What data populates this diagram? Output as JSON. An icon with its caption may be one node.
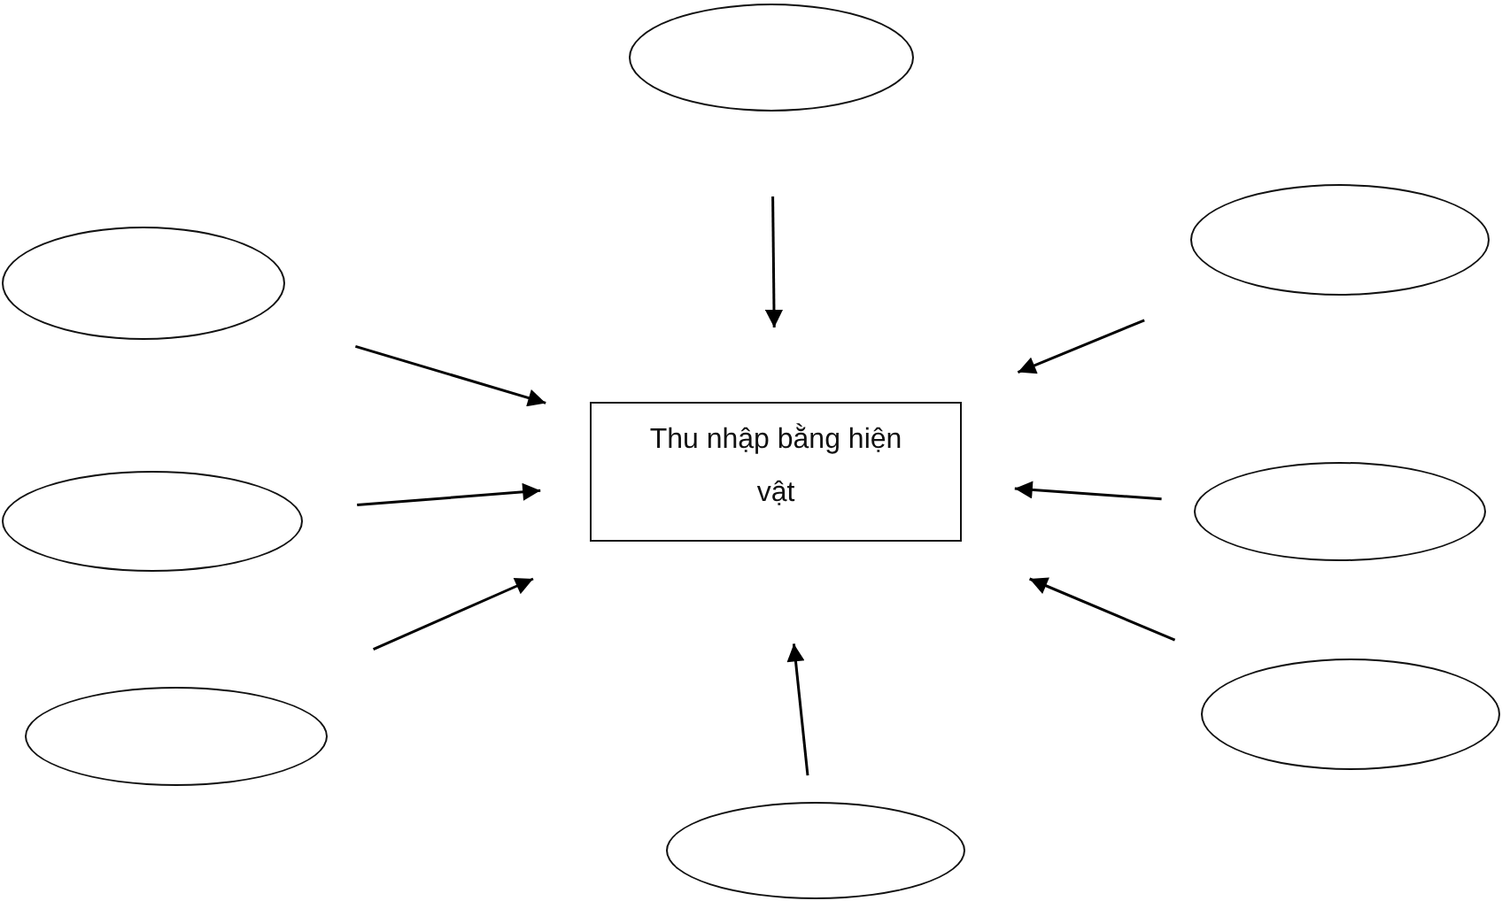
{
  "diagram": {
    "nodes": [
      {
        "text": [],
        "shape": "ellipse"
      },
      {
        "text": [],
        "shape": "ellipse"
      },
      {
        "text": [],
        "shape": "ellipse"
      },
      {
        "text": [
          "Thu nhập bằng hiện vật"
        ]
      },
      {
        "text": [],
        "shape": "ellipse"
      },
      {
        "text": [],
        "shape": "ellipse"
      },
      {
        "text": [],
        "shape": "ellipse"
      },
      {
        "text": [],
        "shape": "ellipse"
      },
      {
        "text": [],
        "shape": "ellipse"
      }
    ],
    "edges": [
      {
        "from": 0,
        "to": 3,
        "arrow": "to"
      },
      {
        "from": 1,
        "to": 3,
        "arrow": "to"
      },
      {
        "from": 2,
        "to": 3,
        "arrow": "to"
      },
      {
        "from": 4,
        "to": 3,
        "arrow": "to"
      },
      {
        "from": 5,
        "to": 3,
        "arrow": "to"
      },
      {
        "from": 6,
        "to": 3,
        "arrow": "to"
      },
      {
        "from": 7,
        "to": 3,
        "arrow": "to"
      },
      {
        "from": 8,
        "to": 3,
        "arrow": "to"
      }
    ]
  }
}
